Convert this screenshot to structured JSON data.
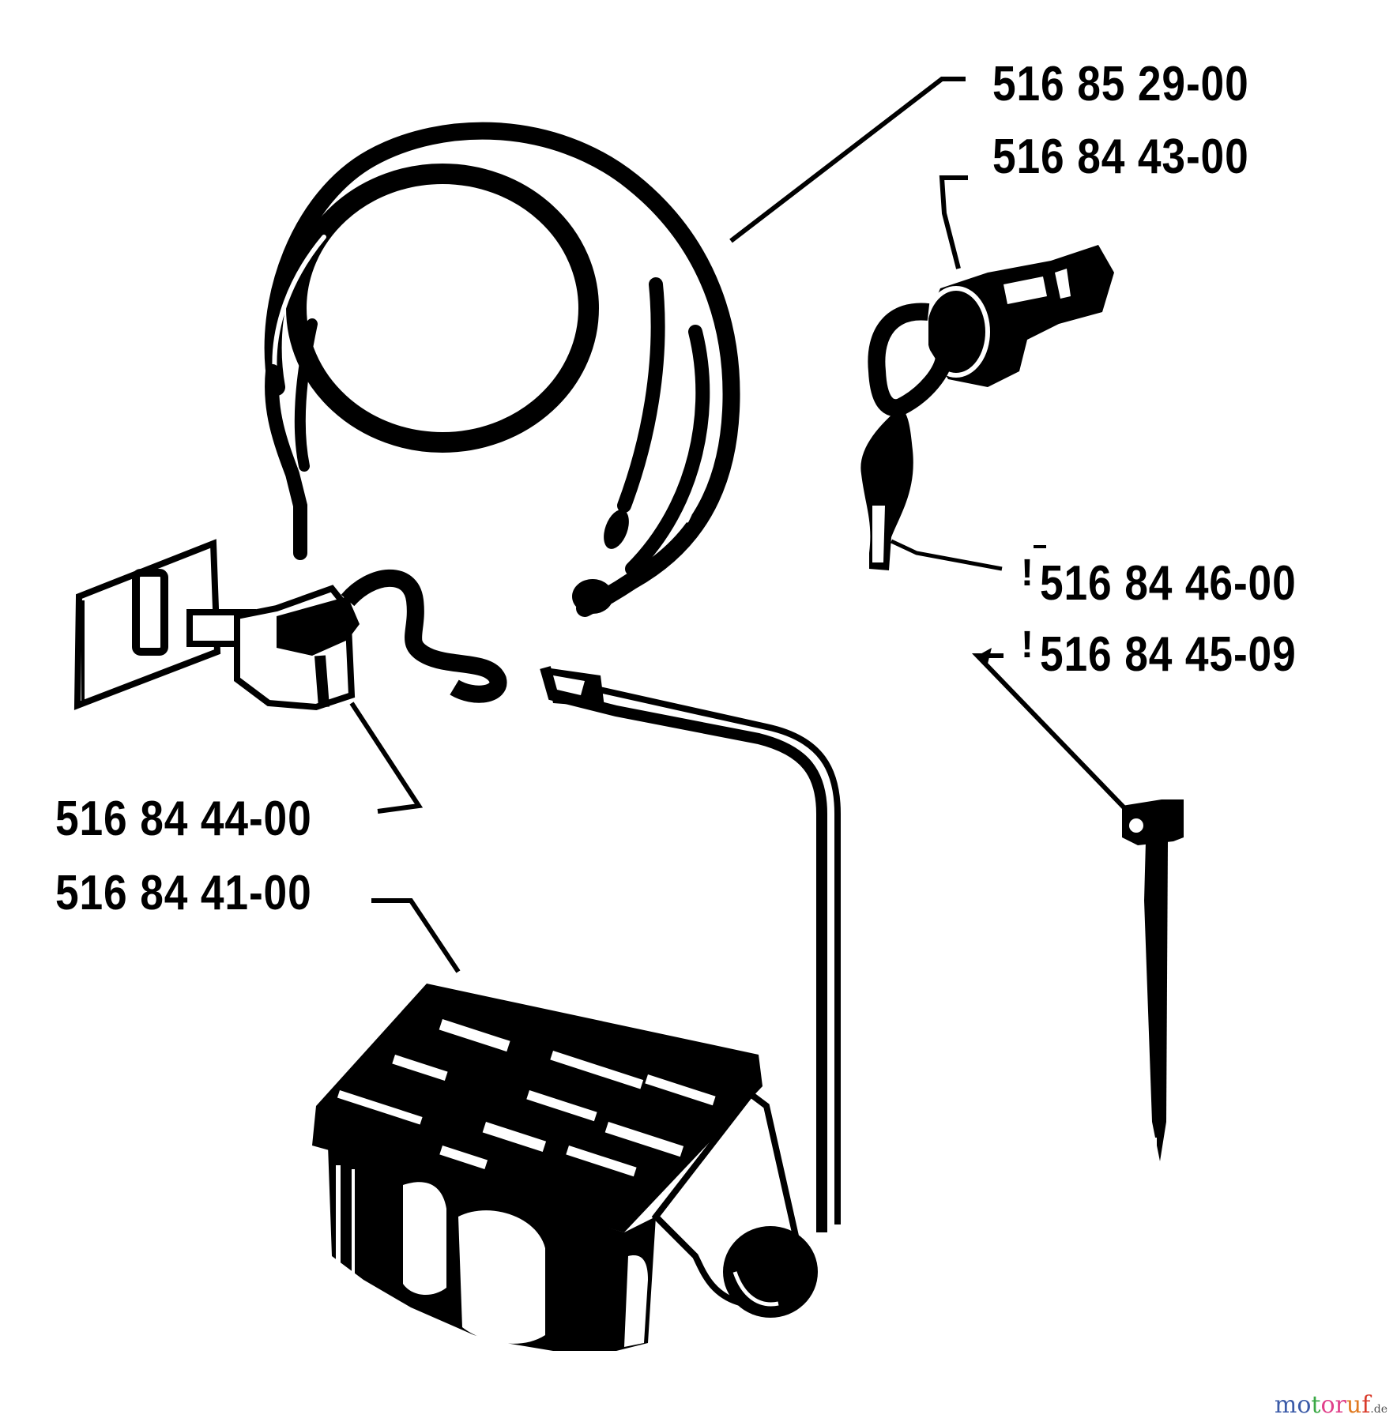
{
  "diagram": {
    "type": "exploded parts diagram",
    "subject": "electrical system: wiring harness, key switch, connector, battery, battery hold-down bolt",
    "line_color": "#000000",
    "background_color": "#ffffff"
  },
  "parts": [
    {
      "id": "wiring-harness",
      "part_number": "516 85 29-00",
      "description_hint": "coiled wiring harness cable"
    },
    {
      "id": "ignition-switch",
      "part_number": "516 84 43-00",
      "description_hint": "ignition key switch"
    },
    {
      "id": "ignition-key",
      "part_number": "516 84 46-00",
      "marker": "!",
      "description_hint": "ignition key"
    },
    {
      "id": "hold-down-bolt",
      "part_number": "516 84 45-09",
      "marker": "!",
      "description_hint": "battery hold-down bolt"
    },
    {
      "id": "connector-plug",
      "part_number": "516 84 44-00",
      "description_hint": "connector plug with bracket"
    },
    {
      "id": "battery",
      "part_number": "516 84 41-00",
      "description_hint": "battery with cable"
    }
  ],
  "watermark": {
    "letters": [
      {
        "ch": "m",
        "color": "#3b5ba8"
      },
      {
        "ch": "o",
        "color": "#3b5ba8"
      },
      {
        "ch": "t",
        "color": "#3aa845"
      },
      {
        "ch": "o",
        "color": "#e0408a"
      },
      {
        "ch": "r",
        "color": "#e0408a"
      },
      {
        "ch": "u",
        "color": "#e07a20"
      },
      {
        "ch": "f",
        "color": "#d93b2b"
      }
    ],
    "tld": ".de"
  }
}
